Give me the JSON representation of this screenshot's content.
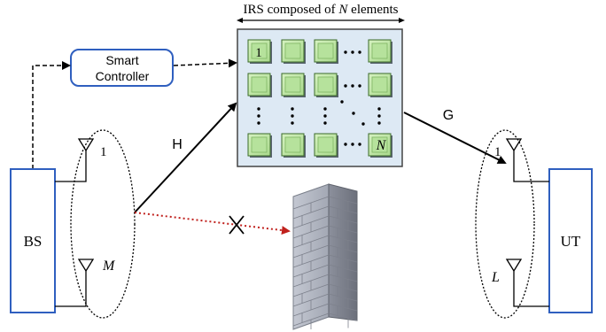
{
  "irs": {
    "title": "IRS composed of N elements",
    "first_element_label": "1",
    "last_element_label": "N",
    "h_dots": "• • •",
    "v_dots": "•\n•\n•",
    "panel_color": "#dde9f4",
    "element_color": "#b6e29c"
  },
  "controller": {
    "line1": "Smart",
    "line2": "Controller",
    "border_color": "#2f5fbf"
  },
  "bs": {
    "label": "BS",
    "antenna_first": "1",
    "antenna_last": "M",
    "border_color": "#2f5fbf"
  },
  "ut": {
    "label": "UT",
    "antenna_first": "1",
    "antenna_last": "L",
    "border_color": "#2f5fbf"
  },
  "channels": {
    "bs_irs": "H",
    "irs_ut": "G",
    "blocked_color": "#c0211d"
  }
}
